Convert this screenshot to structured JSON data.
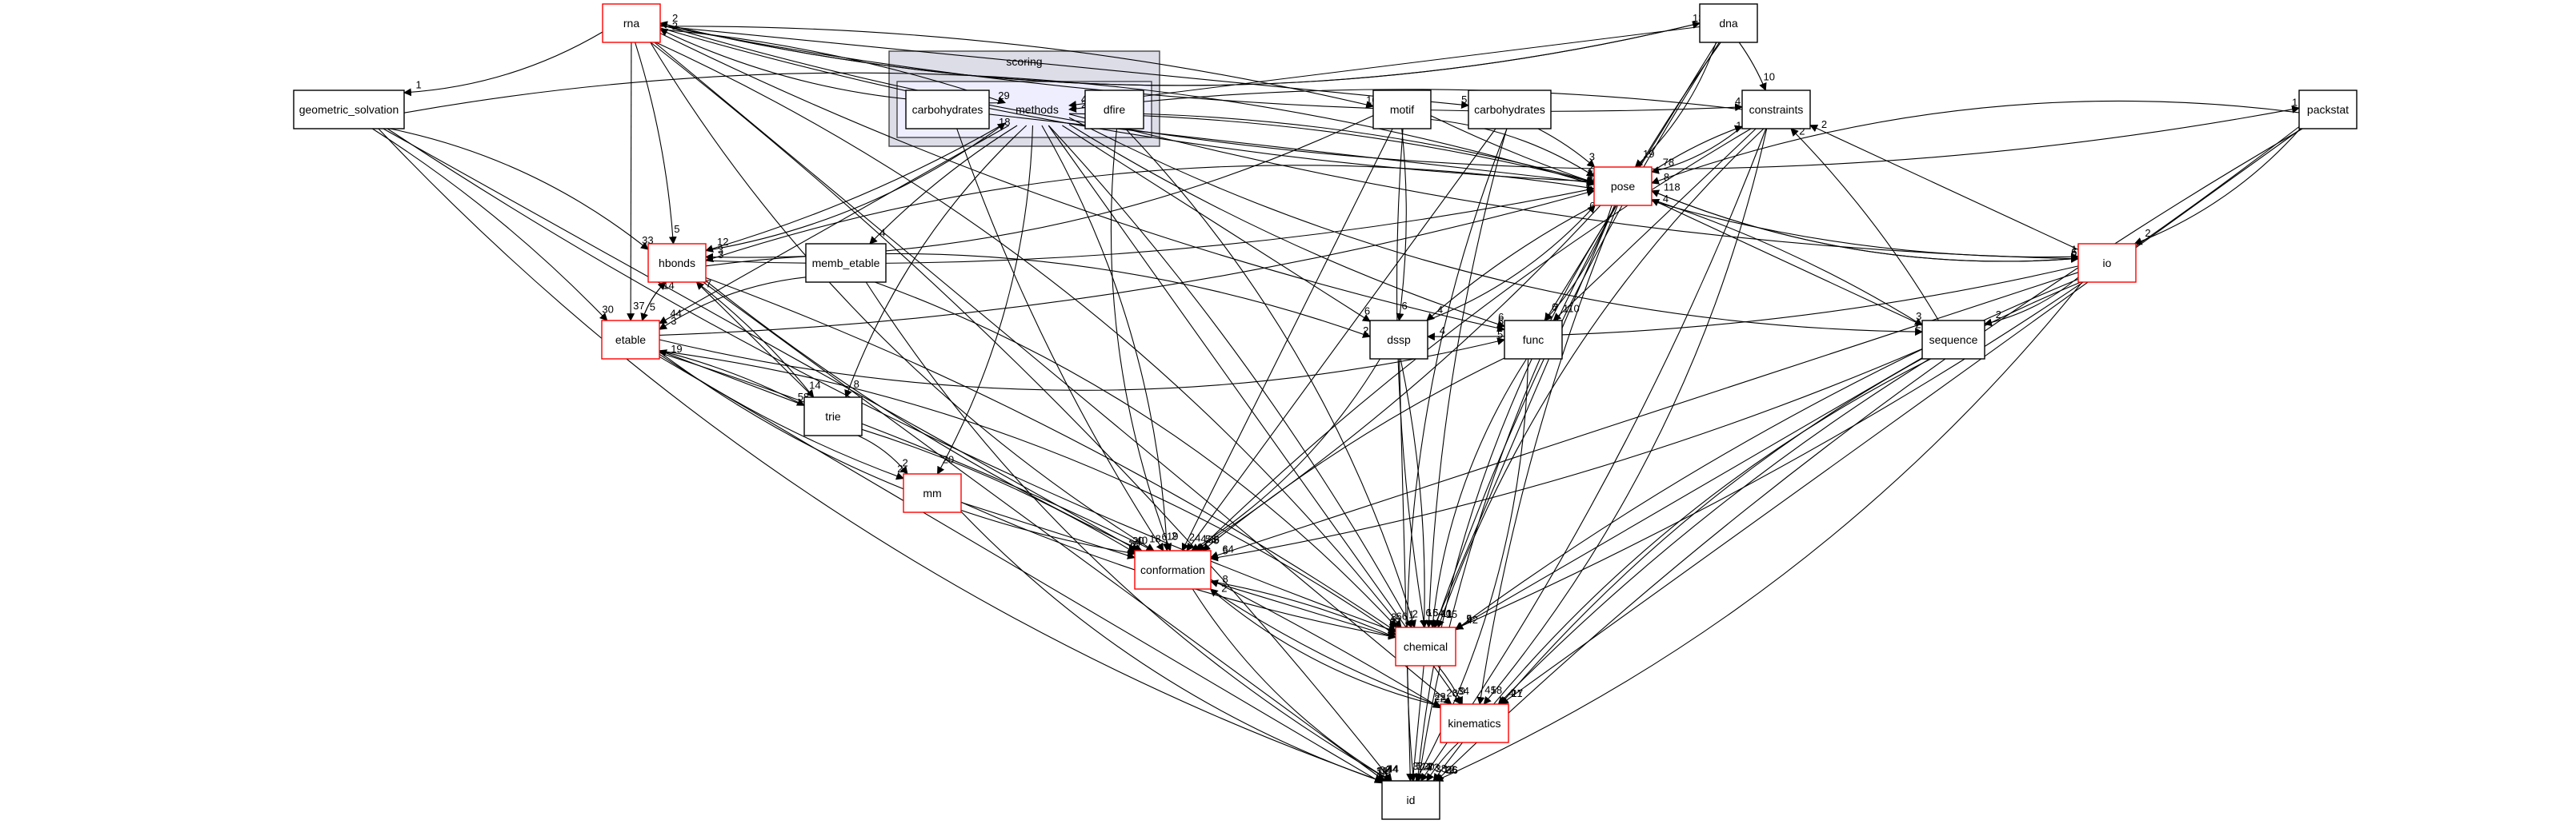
{
  "graph": {
    "title": "Directory dependency graph",
    "cluster": {
      "outer_label": "scoring",
      "inner_label": "methods"
    },
    "colors": {
      "highlight_border": "#ff0000",
      "normal_border": "#000000",
      "cluster_outer_fill": "#dddde8",
      "cluster_inner_fill": "#eeeeff"
    },
    "nodes": [
      {
        "id": "rna",
        "label": "rna",
        "highlight": true
      },
      {
        "id": "geometric_solvation",
        "label": "geometric_solvation",
        "highlight": false
      },
      {
        "id": "carbohydrates_s",
        "label": "carbohydrates",
        "highlight": false
      },
      {
        "id": "dfire",
        "label": "dfire",
        "highlight": false
      },
      {
        "id": "motif",
        "label": "motif",
        "highlight": false
      },
      {
        "id": "carbohydrates",
        "label": "carbohydrates",
        "highlight": false
      },
      {
        "id": "dna",
        "label": "dna",
        "highlight": false
      },
      {
        "id": "constraints",
        "label": "constraints",
        "highlight": false
      },
      {
        "id": "packstat",
        "label": "packstat",
        "highlight": false
      },
      {
        "id": "pose",
        "label": "pose",
        "highlight": true
      },
      {
        "id": "hbonds",
        "label": "hbonds",
        "highlight": true
      },
      {
        "id": "memb_etable",
        "label": "memb_etable",
        "highlight": false
      },
      {
        "id": "io",
        "label": "io",
        "highlight": true
      },
      {
        "id": "etable",
        "label": "etable",
        "highlight": true
      },
      {
        "id": "dssp",
        "label": "dssp",
        "highlight": false
      },
      {
        "id": "func",
        "label": "func",
        "highlight": false
      },
      {
        "id": "sequence",
        "label": "sequence",
        "highlight": false
      },
      {
        "id": "trie",
        "label": "trie",
        "highlight": false
      },
      {
        "id": "mm",
        "label": "mm",
        "highlight": true
      },
      {
        "id": "conformation",
        "label": "conformation",
        "highlight": true
      },
      {
        "id": "chemical",
        "label": "chemical",
        "highlight": true
      },
      {
        "id": "kinematics",
        "label": "kinematics",
        "highlight": true
      },
      {
        "id": "id",
        "label": "id",
        "highlight": false
      }
    ],
    "edges": [
      {
        "from": "rna",
        "to": "geometric_solvation",
        "count": "1"
      },
      {
        "from": "rna",
        "to": "hbonds",
        "count": "5"
      },
      {
        "from": "rna",
        "to": "etable",
        "count": "37"
      },
      {
        "from": "rna",
        "to": "pose",
        "count": "19"
      },
      {
        "from": "rna",
        "to": "conformation",
        "count": "18"
      },
      {
        "from": "rna",
        "to": "chemical",
        "count": "66"
      },
      {
        "from": "rna",
        "to": "id",
        "count": "44"
      },
      {
        "from": "rna",
        "to": "kinematics",
        "count": "28"
      },
      {
        "from": "rna",
        "to": "func",
        "count": "5"
      },
      {
        "from": "rna",
        "to": "dna",
        "count": "13"
      },
      {
        "from": "dna",
        "to": "rna",
        "count": "2"
      },
      {
        "from": "rna",
        "to": "motif",
        "count": "10"
      },
      {
        "from": "rna",
        "to": "carbohydrates",
        "count": "5"
      },
      {
        "from": "rna",
        "to": "constraints",
        "count": "4"
      },
      {
        "from": "rna",
        "to": "packstat",
        "count": "1"
      },
      {
        "from": "methods",
        "to": "rna",
        "count": "2"
      },
      {
        "from": "rna",
        "to": "methods",
        "count": "29"
      },
      {
        "from": "dna",
        "to": "methods",
        "count": "4"
      },
      {
        "from": "constraints",
        "to": "methods",
        "count": "2"
      },
      {
        "from": "hbonds",
        "to": "methods",
        "count": "18"
      },
      {
        "from": "geometric_solvation",
        "to": "hbonds",
        "count": "33"
      },
      {
        "from": "geometric_solvation",
        "to": "etable",
        "count": "30"
      },
      {
        "from": "geometric_solvation",
        "to": "conformation",
        "count": "20"
      },
      {
        "from": "geometric_solvation",
        "to": "chemical",
        "count": "6"
      },
      {
        "from": "geometric_solvation",
        "to": "id",
        "count": "31"
      },
      {
        "from": "geometric_solvation",
        "to": "pose",
        "count": "14"
      },
      {
        "from": "methods",
        "to": "hbonds",
        "count": "12"
      },
      {
        "from": "methods",
        "to": "etable",
        "count": "44"
      },
      {
        "from": "methods",
        "to": "memb_etable",
        "count": "4"
      },
      {
        "from": "methods",
        "to": "trie",
        "count": "8"
      },
      {
        "from": "methods",
        "to": "mm",
        "count": "20"
      },
      {
        "from": "methods",
        "to": "pose",
        "count": "11"
      },
      {
        "from": "methods",
        "to": "dssp",
        "count": "6"
      },
      {
        "from": "methods",
        "to": "func",
        "count": "6"
      },
      {
        "from": "methods",
        "to": "sequence",
        "count": "2"
      },
      {
        "from": "methods",
        "to": "conformation",
        "count": "19"
      },
      {
        "from": "methods",
        "to": "chemical",
        "count": "1"
      },
      {
        "from": "methods",
        "to": "kinematics",
        "count": "34"
      },
      {
        "from": "methods",
        "to": "io",
        "count": "6"
      },
      {
        "from": "dfire",
        "to": "conformation",
        "count": "2"
      },
      {
        "from": "dfire",
        "to": "chemical",
        "count": "2"
      },
      {
        "from": "dfire",
        "to": "pose",
        "count": "3"
      },
      {
        "from": "carbohydrates_s",
        "to": "pose",
        "count": "2"
      },
      {
        "from": "carbohydrates_s",
        "to": "conformation",
        "count": "6"
      },
      {
        "from": "hbonds",
        "to": "etable",
        "count": "5"
      },
      {
        "from": "etable",
        "to": "hbonds",
        "count": "14"
      },
      {
        "from": "hbonds",
        "to": "trie",
        "count": "14"
      },
      {
        "from": "trie",
        "to": "hbonds",
        "count": "7"
      },
      {
        "from": "hbonds",
        "to": "pose",
        "count": "2"
      },
      {
        "from": "pose",
        "to": "hbonds",
        "count": "3"
      },
      {
        "from": "hbonds",
        "to": "dssp",
        "count": "2"
      },
      {
        "from": "hbonds",
        "to": "chemical",
        "count": "67"
      },
      {
        "from": "hbonds",
        "to": "id",
        "count": "38"
      },
      {
        "from": "hbonds",
        "to": "conformation",
        "count": "40"
      },
      {
        "from": "memb_etable",
        "to": "etable",
        "count": "3"
      },
      {
        "from": "memb_etable",
        "to": "chemical",
        "count": "8"
      },
      {
        "from": "etable",
        "to": "trie",
        "count": "58"
      },
      {
        "from": "trie",
        "to": "etable",
        "count": "19"
      },
      {
        "from": "etable",
        "to": "mm",
        "count": "2"
      },
      {
        "from": "etable",
        "to": "conformation",
        "count": "10"
      },
      {
        "from": "etable",
        "to": "chemical",
        "count": "52"
      },
      {
        "from": "etable",
        "to": "kinematics",
        "count": "22"
      },
      {
        "from": "etable",
        "to": "id",
        "count": "18"
      },
      {
        "from": "etable",
        "to": "pose",
        "count": "6"
      },
      {
        "from": "etable",
        "to": "func",
        "count": "5"
      },
      {
        "from": "trie",
        "to": "mm",
        "count": "2"
      },
      {
        "from": "trie",
        "to": "conformation",
        "count": "2"
      },
      {
        "from": "mm",
        "to": "conformation",
        "count": "10"
      },
      {
        "from": "mm",
        "to": "chemical",
        "count": "20"
      },
      {
        "from": "mm",
        "to": "id",
        "count": "1"
      },
      {
        "from": "motif",
        "to": "pose",
        "count": "2"
      },
      {
        "from": "motif",
        "to": "dssp",
        "count": "6"
      },
      {
        "from": "motif",
        "to": "conformation",
        "count": "2"
      },
      {
        "from": "motif",
        "to": "chemical",
        "count": "16"
      },
      {
        "from": "motif",
        "to": "io",
        "count": "17"
      },
      {
        "from": "motif",
        "to": "hbonds",
        "count": "3"
      },
      {
        "from": "carbohydrates",
        "to": "pose",
        "count": "3"
      },
      {
        "from": "carbohydrates",
        "to": "conformation",
        "count": "4"
      },
      {
        "from": "carbohydrates",
        "to": "chemical",
        "count": "5"
      },
      {
        "from": "carbohydrates",
        "to": "id",
        "count": "2"
      },
      {
        "from": "dna",
        "to": "pose",
        "count": "19"
      },
      {
        "from": "dna",
        "to": "constraints",
        "count": "10"
      },
      {
        "from": "dna",
        "to": "func",
        "count": "7"
      },
      {
        "from": "dna",
        "to": "chemical",
        "count": "11"
      },
      {
        "from": "dna",
        "to": "id",
        "count": "4"
      },
      {
        "from": "constraints",
        "to": "pose",
        "count": "78"
      },
      {
        "from": "pose",
        "to": "constraints",
        "count": "10"
      },
      {
        "from": "constraints",
        "to": "func",
        "count": "110"
      },
      {
        "from": "constraints",
        "to": "conformation",
        "count": "36"
      },
      {
        "from": "constraints",
        "to": "chemical",
        "count": "15"
      },
      {
        "from": "constraints",
        "to": "kinematics",
        "count": "58"
      },
      {
        "from": "constraints",
        "to": "id",
        "count": "73"
      },
      {
        "from": "io",
        "to": "constraints",
        "count": "2"
      },
      {
        "from": "sequence",
        "to": "constraints",
        "count": "2"
      },
      {
        "from": "packstat",
        "to": "pose",
        "count": "8"
      },
      {
        "from": "packstat",
        "to": "io",
        "count": "2"
      },
      {
        "from": "packstat",
        "to": "chemical",
        "count": "5"
      },
      {
        "from": "packstat",
        "to": "kinematics",
        "count": "17"
      },
      {
        "from": "packstat",
        "to": "id",
        "count": "36"
      },
      {
        "from": "pose",
        "to": "io",
        "count": "6"
      },
      {
        "from": "io",
        "to": "pose",
        "count": "118"
      },
      {
        "from": "pose",
        "to": "sequence",
        "count": "3"
      },
      {
        "from": "sequence",
        "to": "pose",
        "count": "4"
      },
      {
        "from": "pose",
        "to": "dssp",
        "count": "4"
      },
      {
        "from": "dssp",
        "to": "pose",
        "count": "6"
      },
      {
        "from": "pose",
        "to": "func",
        "count": "6"
      },
      {
        "from": "pose",
        "to": "conformation",
        "count": "53"
      },
      {
        "from": "pose",
        "to": "chemical",
        "count": "40"
      },
      {
        "from": "pose",
        "to": "kinematics",
        "count": "41"
      },
      {
        "from": "pose",
        "to": "id",
        "count": "30"
      },
      {
        "from": "io",
        "to": "sequence",
        "count": "2"
      },
      {
        "from": "io",
        "to": "dssp",
        "count": "4"
      },
      {
        "from": "io",
        "to": "conformation",
        "count": "64"
      },
      {
        "from": "io",
        "to": "chemical",
        "count": "42"
      },
      {
        "from": "io",
        "to": "kinematics",
        "count": "21"
      },
      {
        "from": "io",
        "to": "id",
        "count": "26"
      },
      {
        "from": "sequence",
        "to": "conformation",
        "count": "5"
      },
      {
        "from": "sequence",
        "to": "chemical",
        "count": "9"
      },
      {
        "from": "sequence",
        "to": "kinematics",
        "count": "4"
      },
      {
        "from": "sequence",
        "to": "id",
        "count": "12"
      },
      {
        "from": "dssp",
        "to": "conformation",
        "count": "4"
      },
      {
        "from": "dssp",
        "to": "chemical",
        "count": "6"
      },
      {
        "from": "dssp",
        "to": "id",
        "count": "3"
      },
      {
        "from": "func",
        "to": "conformation",
        "count": "5"
      },
      {
        "from": "func",
        "to": "chemical",
        "count": "4"
      },
      {
        "from": "func",
        "to": "id",
        "count": "13"
      },
      {
        "from": "conformation",
        "to": "chemical",
        "count": "66"
      },
      {
        "from": "chemical",
        "to": "conformation",
        "count": "8"
      },
      {
        "from": "conformation",
        "to": "kinematics",
        "count": "22"
      },
      {
        "from": "conformation",
        "to": "id",
        "count": "44"
      },
      {
        "from": "kinematics",
        "to": "conformation",
        "count": "2"
      },
      {
        "from": "chemical",
        "to": "kinematics",
        "count": "9"
      },
      {
        "from": "chemical",
        "to": "id",
        "count": "5"
      },
      {
        "from": "kinematics",
        "to": "id",
        "count": "38"
      },
      {
        "from": "memb_etable",
        "to": "id",
        "count": "3"
      }
    ]
  }
}
